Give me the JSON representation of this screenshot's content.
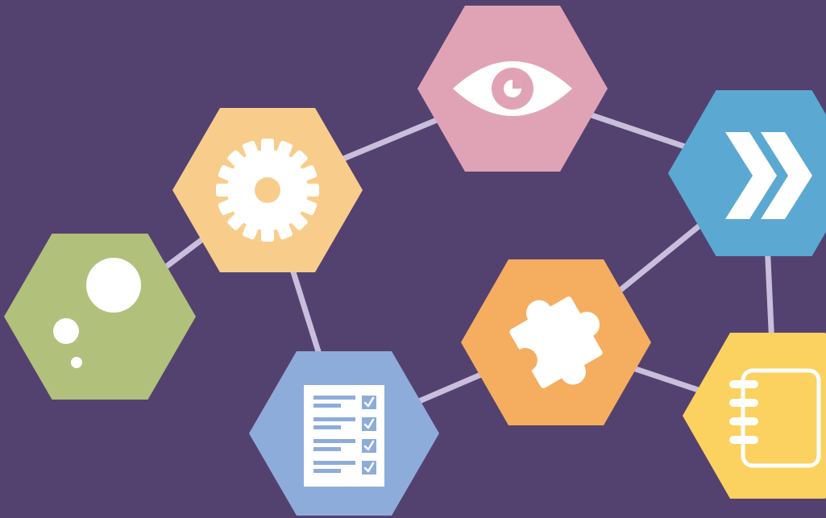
{
  "diagram": {
    "background_color": "#53426f",
    "connector_color": "#c9bfdc",
    "nodes": [
      {
        "id": "thought-bubbles",
        "icon": "thought-bubble-icon",
        "color": "#b1c07b"
      },
      {
        "id": "gear",
        "icon": "gear-icon",
        "color": "#f8cd8c"
      },
      {
        "id": "eye",
        "icon": "eye-icon",
        "color": "#e0a3b6"
      },
      {
        "id": "fast-forward",
        "icon": "fast-forward-icon",
        "color": "#5ba8d2"
      },
      {
        "id": "checklist",
        "icon": "checklist-icon",
        "color": "#8eacd9"
      },
      {
        "id": "puzzle",
        "icon": "puzzle-piece-icon",
        "color": "#f5ad5f"
      },
      {
        "id": "notebook",
        "icon": "spiral-notebook-icon",
        "color": "#fbd160"
      }
    ],
    "links": [
      [
        "thought-bubbles",
        "gear"
      ],
      [
        "gear",
        "eye"
      ],
      [
        "gear",
        "checklist"
      ],
      [
        "eye",
        "fast-forward"
      ],
      [
        "fast-forward",
        "puzzle"
      ],
      [
        "fast-forward",
        "notebook"
      ],
      [
        "checklist",
        "puzzle"
      ],
      [
        "puzzle",
        "notebook"
      ]
    ]
  }
}
